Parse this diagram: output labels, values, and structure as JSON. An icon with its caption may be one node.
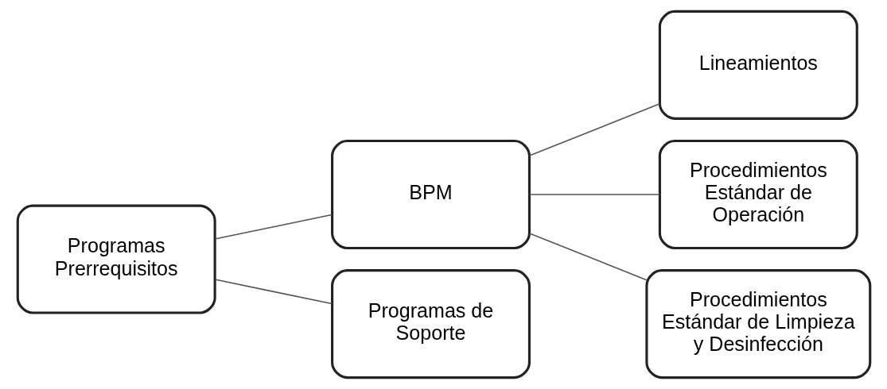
{
  "diagram": {
    "nodes": [
      {
        "text": [
          "Programas Prerrequisitos"
        ]
      },
      {
        "text": [
          "BPM"
        ]
      },
      {
        "text": [
          "Programas de Soporte"
        ]
      },
      {
        "text": [
          "Lineamientos"
        ]
      },
      {
        "text": [
          "Procedimientos Estándar de Operación"
        ]
      },
      {
        "text": [
          "Procedimientos Estándar de Limpieza y Desinfección"
        ]
      }
    ],
    "edges": [
      {
        "from": 0,
        "to": 1,
        "arrow": "none"
      },
      {
        "from": 0,
        "to": 2,
        "arrow": "none"
      },
      {
        "from": 1,
        "to": 3,
        "arrow": "none"
      },
      {
        "from": 1,
        "to": 4,
        "arrow": "none"
      },
      {
        "from": 1,
        "to": 5,
        "arrow": "none"
      }
    ]
  }
}
